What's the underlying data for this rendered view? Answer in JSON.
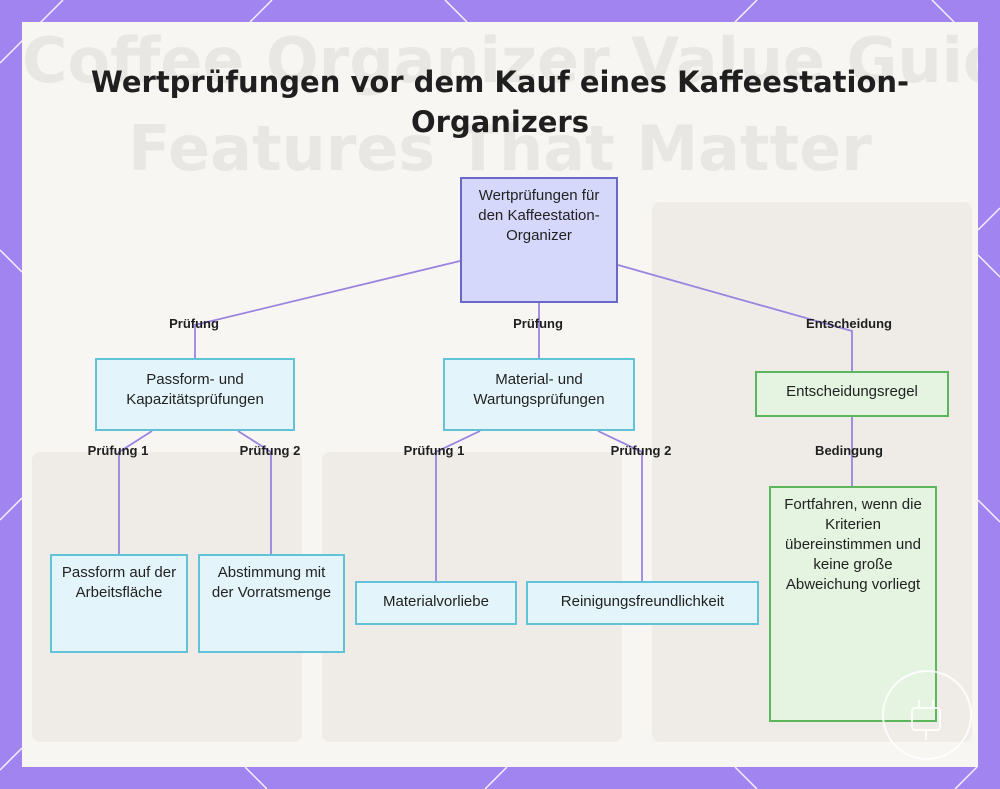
{
  "title": "Wertprüfungen vor dem Kauf eines Kaffeestation-Organizers",
  "background_text": {
    "line1": "Coffee Organizer Value Guide",
    "line2": "Features That Matter"
  },
  "nodes": {
    "root": "Wertprüfungen für den Kaffeestation-Organizer",
    "fit_capacity": "Passform- und Kapazitätsprüfungen",
    "material_maintenance": "Material- und Wartungsprüfungen",
    "decision_rule": "Entscheidungsregel",
    "countertop_fit": "Passform auf der Arbeitsfläche",
    "stock_match": "Abstimmung mit der Vorratsmenge",
    "material_pref": "Materialvorliebe",
    "cleaning": "Reinigungsfreundlichkeit",
    "proceed": "Fortfahren, wenn die Kriterien übereinstimmen und keine große Abweichung vorliegt"
  },
  "edge_labels": {
    "root_fit": "Prüfung",
    "root_material": "Prüfung",
    "root_decision": "Entscheidung",
    "fit_1": "Prüfung 1",
    "fit_2": "Prüfung 2",
    "material_1": "Prüfung 1",
    "material_2": "Prüfung 2",
    "decision_condition": "Bedingung"
  },
  "colors": {
    "frame": "#a184f0",
    "root_fill": "#d5d8fb",
    "root_border": "#6a67c9",
    "category_fill": "#e3f5fa",
    "category_border": "#62c3d8",
    "decision_fill": "#e4f4e0",
    "decision_border": "#5cb65c",
    "connector": "#9a84e0"
  }
}
